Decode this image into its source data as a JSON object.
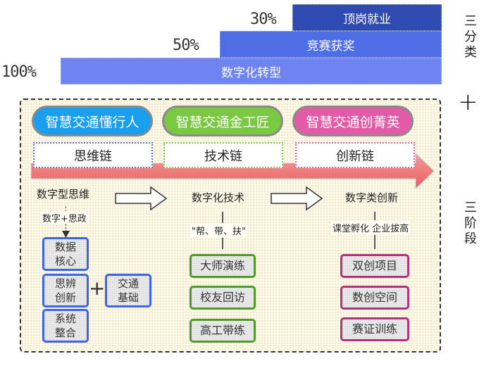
{
  "tiers": [
    {
      "label": "顶岗就业",
      "percent": "30%",
      "share": 0.3,
      "color": "#2f4bb2"
    },
    {
      "label": "竞赛获奖",
      "percent": "50%",
      "share": 0.5,
      "color": "#4f6ee6"
    },
    {
      "label": "数字化转型",
      "percent": "100%",
      "share": 1.0,
      "color": "#6f84f0"
    }
  ],
  "side_labels": {
    "top": "三分类",
    "plus": "+",
    "bottom": "三阶段"
  },
  "pills": [
    {
      "label": "智慧交通懂行人",
      "color": "#1a9ff0"
    },
    {
      "label": "智慧交通金工匠",
      "color": "#7ac943"
    },
    {
      "label": "智慧交通创菁英",
      "color": "#e35aa6"
    }
  ],
  "chains": [
    {
      "label": "思维链"
    },
    {
      "label": "技术链"
    },
    {
      "label": "创新链"
    }
  ],
  "stages": [
    {
      "title": "数字型思维",
      "subtitle": "数字+思政",
      "nodes": [
        "数据\n核心",
        "思辨\n创新",
        "系统\n整合"
      ],
      "extra_node": "交通\n基础",
      "plus": "+"
    },
    {
      "title": "数字化技术",
      "subtitle": "\"帮、带、扶\"",
      "nodes": [
        "大师演练",
        "校友回访",
        "高工带练"
      ]
    },
    {
      "title": "数字类创新",
      "subtitle": "课堂孵化 企业拔高",
      "nodes": [
        "双创项目",
        "数创空间",
        "赛证训练"
      ]
    }
  ],
  "colors": {
    "flow_arrow": "#f07070",
    "panel_border": "#333333",
    "panel_bg": "#fdf9e6"
  }
}
